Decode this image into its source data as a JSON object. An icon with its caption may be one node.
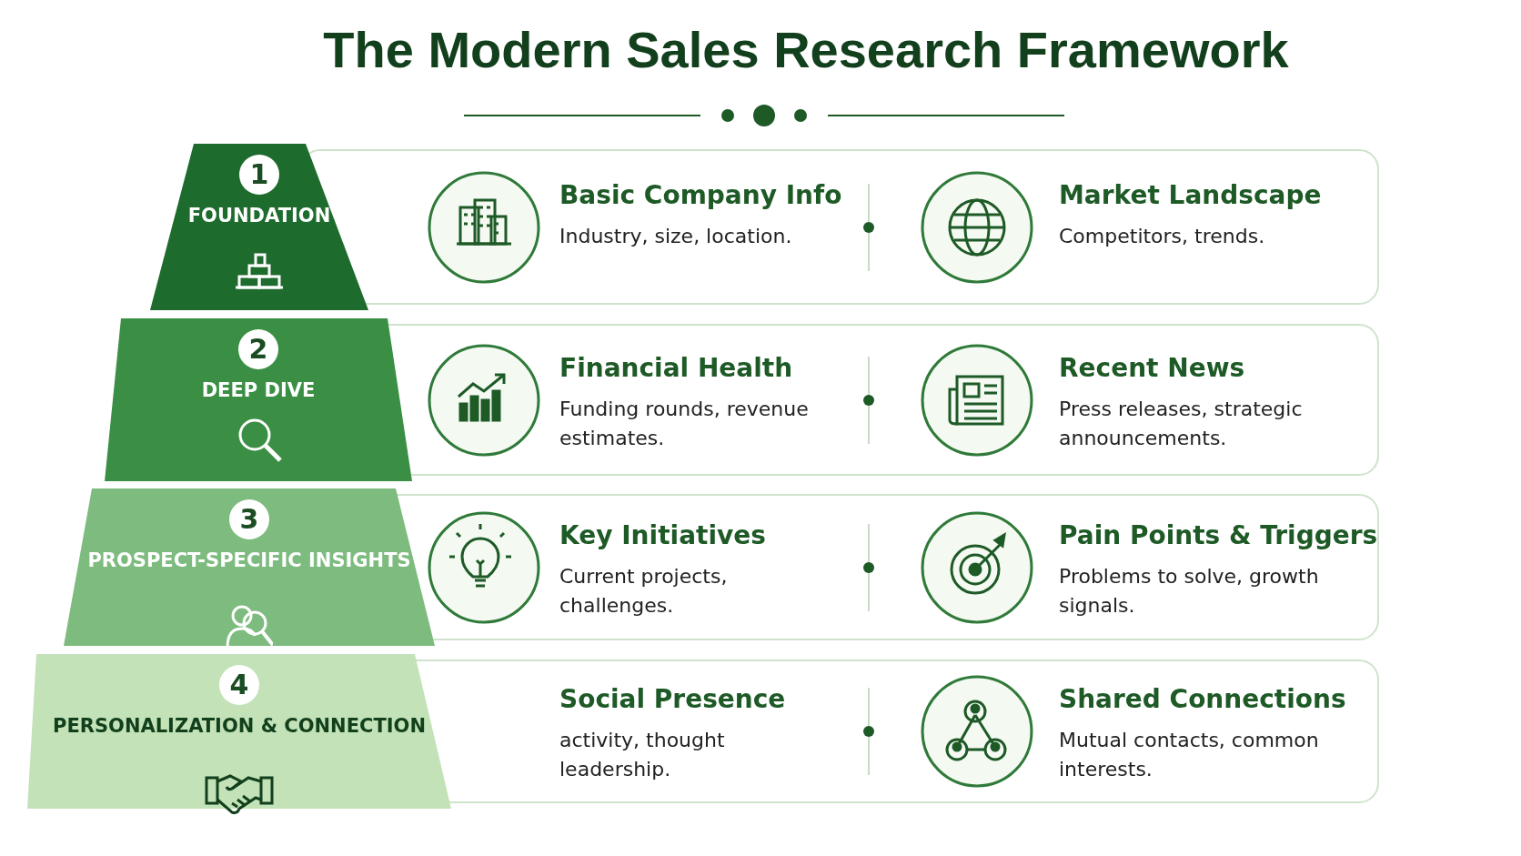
{
  "diagram": {
    "title": "The Modern Sales Research Framework",
    "nodes": [
      {
        "text": [
          "1",
          "FOUNDATION"
        ]
      },
      {
        "text": [
          "Basic Company Info",
          "Industry, size, location."
        ]
      },
      {
        "text": [
          "Market Landscape",
          "Competitors, trends."
        ]
      },
      {
        "text": [
          "2",
          "DEEP DIVE"
        ]
      },
      {
        "text": [
          "Financial Health",
          "Funding rounds, revenue estimates."
        ]
      },
      {
        "text": [
          "Recent News",
          "Press releases, strategic announcements."
        ]
      },
      {
        "text": [
          "3",
          "PROSPECT-SPECIFIC INSIGHTS"
        ]
      },
      {
        "text": [
          "Key Initiatives",
          "Current projects, challenges."
        ]
      },
      {
        "text": [
          "Pain Points & Triggers",
          "Problems to solve, growth signals."
        ]
      },
      {
        "text": [
          "4",
          "PERSONALIZATION & CONNECTION"
        ]
      },
      {
        "text": [
          "Social Presence",
          "activity, thought leadership."
        ]
      },
      {
        "text": [
          "Shared Connections",
          "Mutual contacts, common interests."
        ]
      }
    ]
  }
}
